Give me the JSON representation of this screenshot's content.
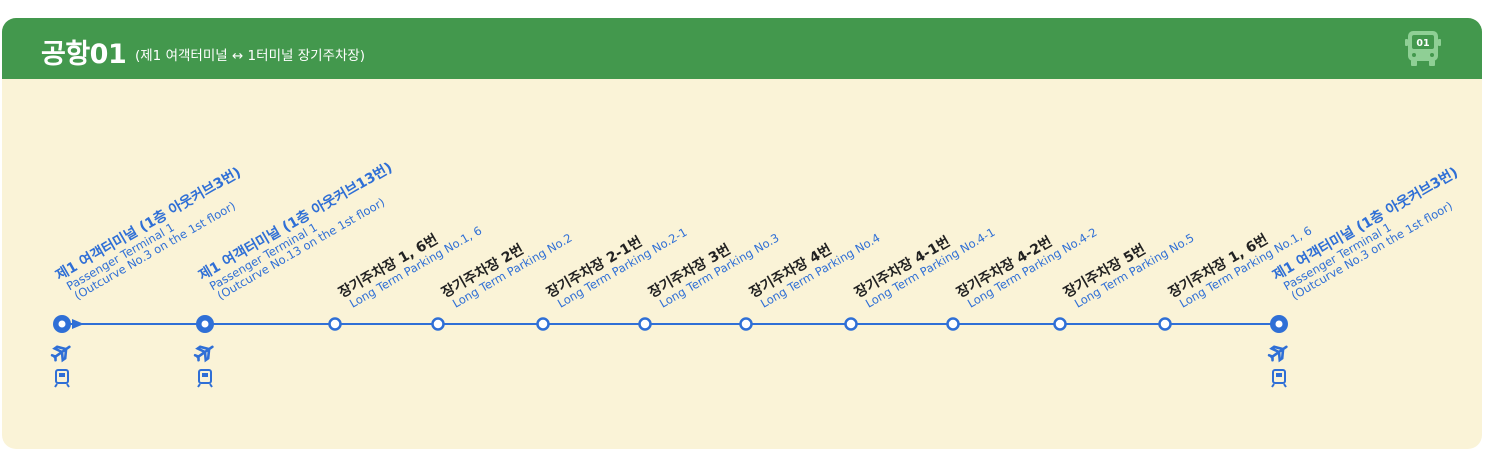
{
  "route": {
    "name": "공항01",
    "description": "(제1 여객터미널 ↔ 1터미널 장기주차장)",
    "badge": "01"
  },
  "colors": {
    "header": "#43984d",
    "panel": "#faf3d7",
    "line": "#2f6fd6",
    "text_dark": "#222222"
  },
  "stops": [
    {
      "name": "제1 여객터미널 (1층 아웃커브3번)",
      "en1": "Passenger Terminal 1",
      "en2": "(Outcurve No.3 on the 1st floor)",
      "major": true,
      "icons": [
        "airplane-icon",
        "train-icon"
      ]
    },
    {
      "name": "제1 여객터미널 (1층 아웃커브13번)",
      "en1": "Passenger Terminal 1",
      "en2": "(Outcurve No.13 on the 1st floor)",
      "major": true,
      "icons": [
        "airplane-icon",
        "train-icon"
      ]
    },
    {
      "name": "장기주차장 1, 6번",
      "en1": "Long Term Parking No.1, 6",
      "major": false
    },
    {
      "name": "장기주차장 2번",
      "en1": "Long Term Parking No.2",
      "major": false
    },
    {
      "name": "장기주차장 2-1번",
      "en1": "Long Term Parking No.2-1",
      "major": false
    },
    {
      "name": "장기주차장 3번",
      "en1": "Long Term Parking No.3",
      "major": false
    },
    {
      "name": "장기주차장 4번",
      "en1": "Long Term Parking No.4",
      "major": false
    },
    {
      "name": "장기주차장 4-1번",
      "en1": "Long Term Parking No.4-1",
      "major": false
    },
    {
      "name": "장기주차장 4-2번",
      "en1": "Long Term Parking No.4-2",
      "major": false
    },
    {
      "name": "장기주차장 5번",
      "en1": "Long Term Parking No.5",
      "major": false
    },
    {
      "name": "장기주차장 1, 6번",
      "en1": "Long Term Parking No.1, 6",
      "major": false
    },
    {
      "name": "제1 여객터미널 (1층 아웃커브3번)",
      "en1": "Passenger Terminal 1",
      "en2": "(Outcurve No.3 on the 1st floor)",
      "major": true,
      "icons": [
        "airplane-icon",
        "train-icon"
      ]
    }
  ]
}
